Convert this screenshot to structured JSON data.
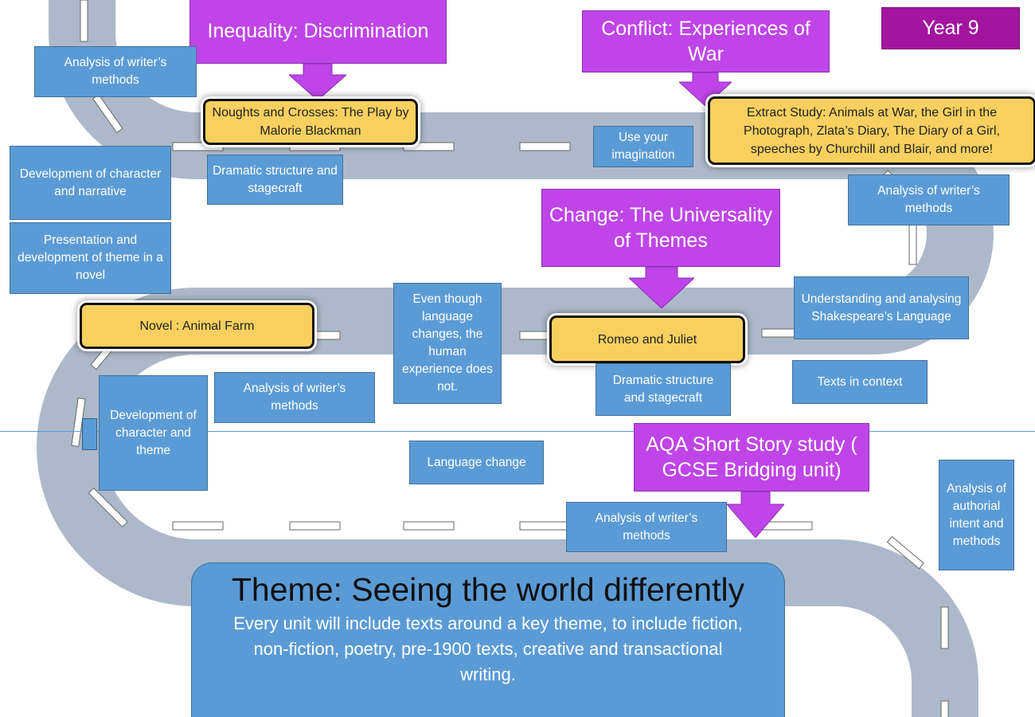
{
  "year_label": "Year 9",
  "headings": {
    "inequality": "Inequality: Discrimination",
    "conflict": "Conflict: Experiences of War",
    "change": "Change: The Universality of Themes",
    "aqa": "AQA Short Story study ( GCSE Bridging unit)"
  },
  "texts": {
    "noughts": "Noughts and Crosses: The Play by Malorie Blackman",
    "extract": "Extract Study: Animals at War, the Girl in the Photograph, Zlata’s Diary, The Diary of a Girl, speeches by Churchill and Blair, and more!",
    "animal_farm": "Novel : Animal Farm",
    "romeo": "Romeo and Juliet"
  },
  "skills": {
    "analysis_1": "Analysis of writer’s methods",
    "dev_char_narr": "Development of character and narrative",
    "presentation_theme": "Presentation and development of theme in a novel",
    "dramatic_1": "Dramatic structure and stagecraft",
    "imagination": "Use your imagination",
    "analysis_2": "Analysis of writer’s methods",
    "language_experience": "Even though language changes, the human experience does not.",
    "shakespeare_lang": "Understanding and analysing Shakespeare’s Language",
    "analysis_3": "Analysis of writer’s methods",
    "dev_char_theme": "Development of character and theme",
    "dramatic_2": "Dramatic structure and stagecraft",
    "context": "Texts in context",
    "language_change": "Language change",
    "analysis_4": "Analysis of writer’s methods",
    "authorial": "Analysis of authorial intent and methods"
  },
  "theme": {
    "title": "Theme: Seeing the world differently",
    "description": "Every unit will include texts around a key theme, to include fiction, non-fiction, poetry, pre-1900 texts, creative and transactional writing."
  },
  "colors": {
    "road": "#adb9ca",
    "skill_box": "#5b9bd5",
    "heading_box": "#bf45e8",
    "text_box": "#f8d060",
    "year_box": "#a3149f"
  }
}
